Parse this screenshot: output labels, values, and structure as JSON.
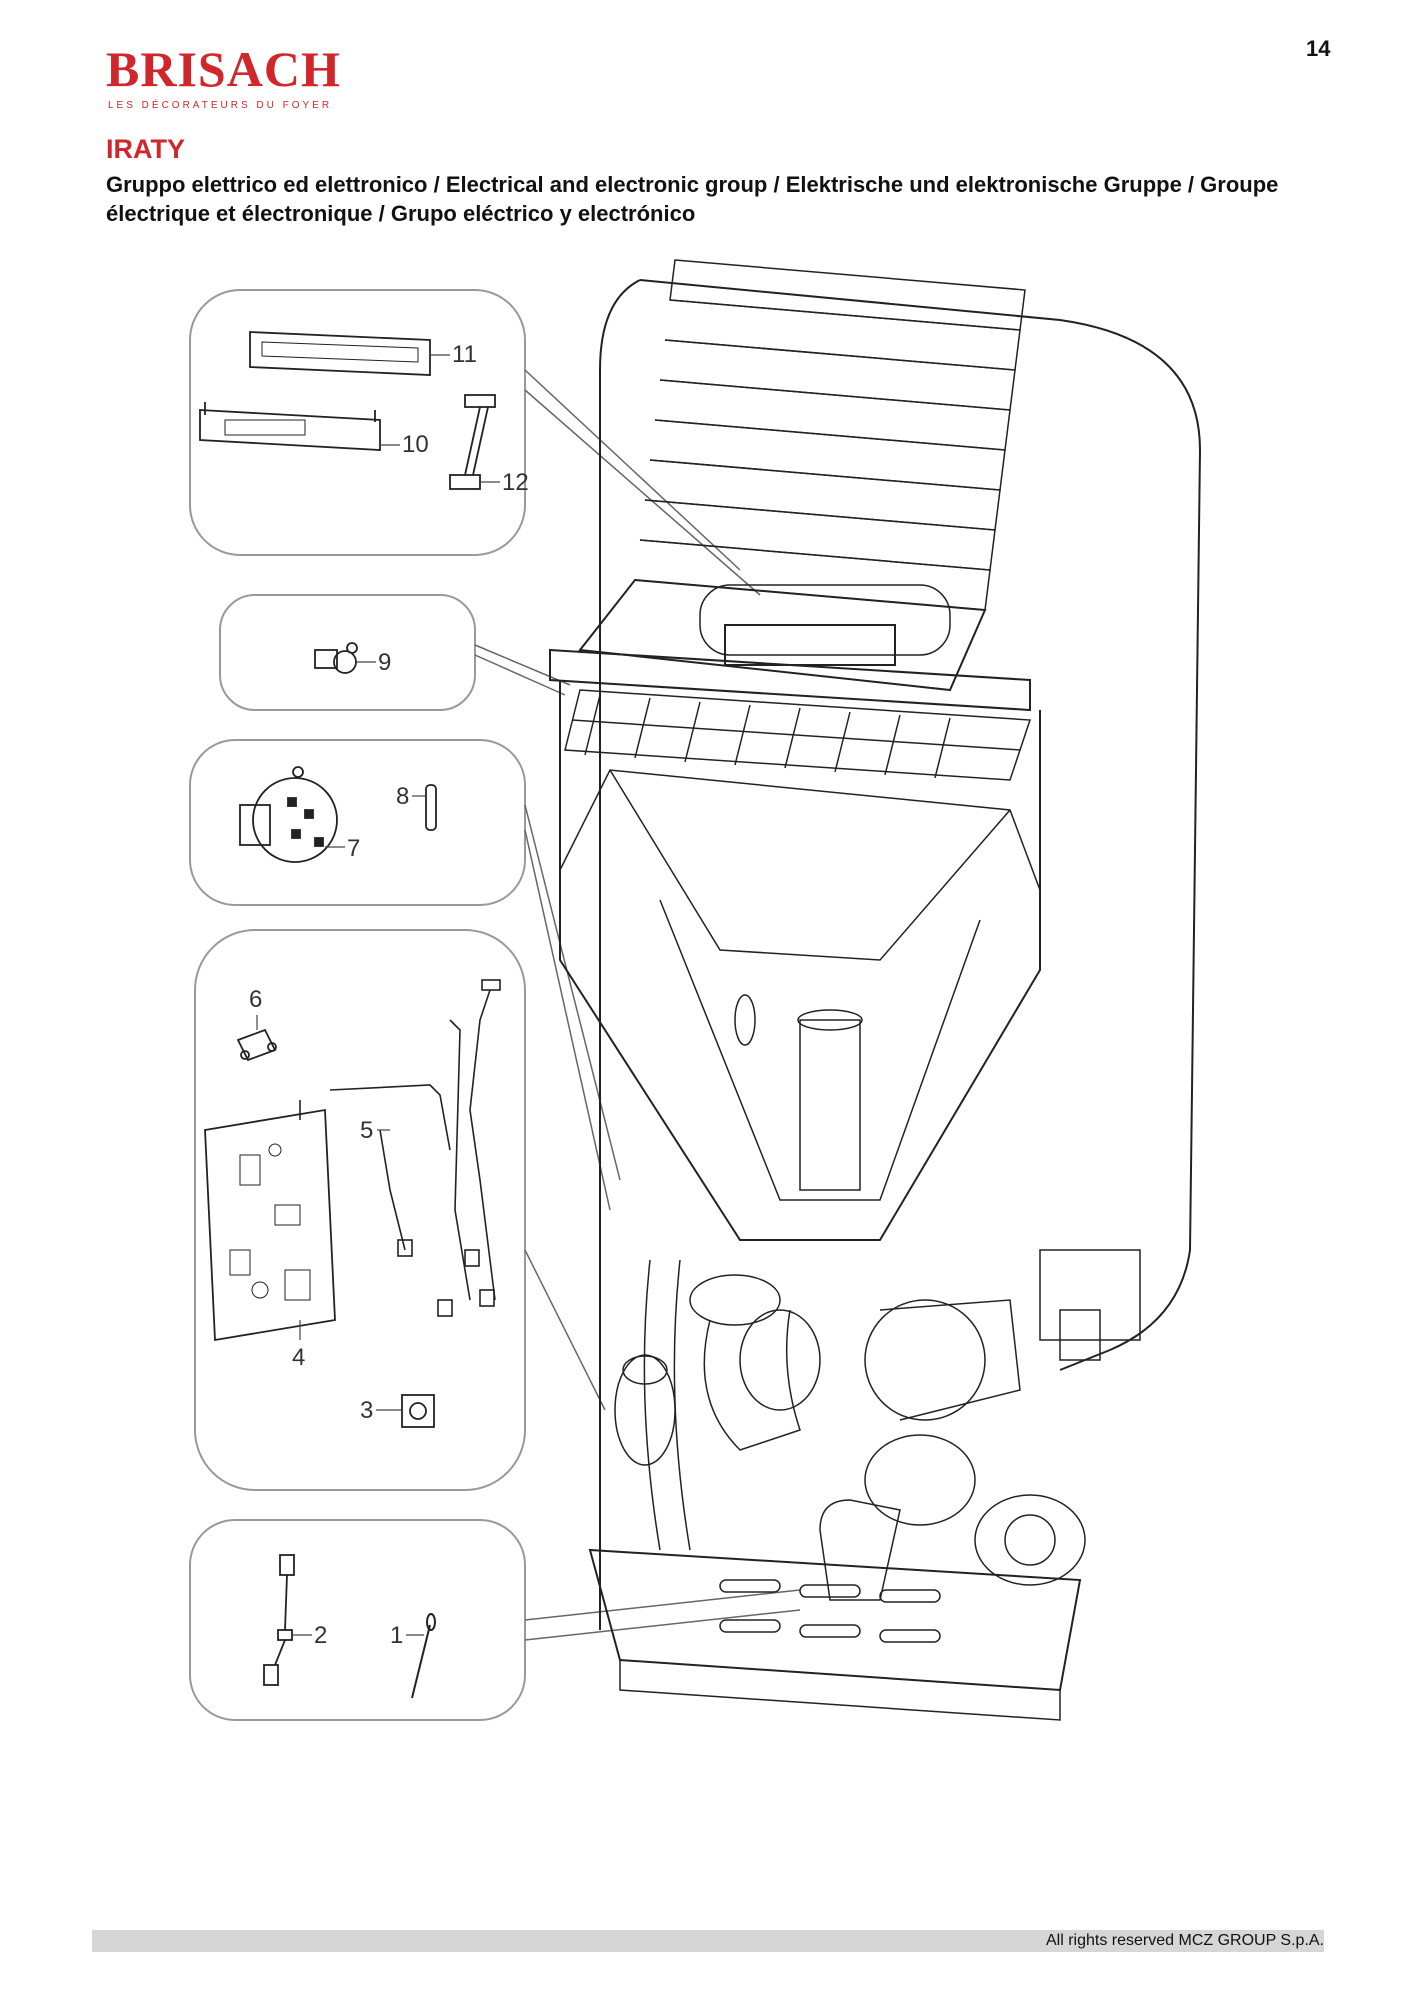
{
  "page": {
    "number": "14"
  },
  "brand": {
    "name": "BRISACH",
    "tagline": "LES DÉCORATEURS DU FOYER"
  },
  "model": "IRATY",
  "group_title": "Gruppo elettrico ed elettronico / Electrical and electronic group / Elektrische und elektronische Gruppe / Groupe électrique et électronique / Grupo eléctrico y electrónico",
  "callouts": [
    "1",
    "2",
    "3",
    "4",
    "5",
    "6",
    "7",
    "8",
    "9",
    "10",
    "11",
    "12"
  ],
  "footer": {
    "copyright": "All rights reserved MCZ GROUP S.p.A."
  },
  "colors": {
    "brand_red": "#d1262b",
    "footer_bar": "#d6d6d6"
  }
}
